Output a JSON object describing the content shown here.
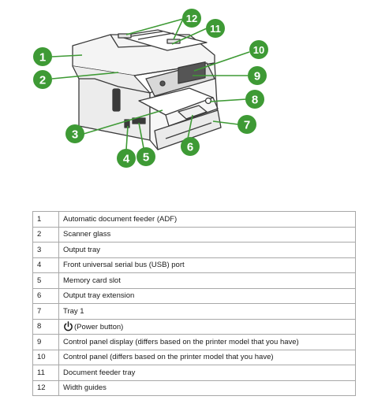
{
  "callouts": [
    "1",
    "2",
    "3",
    "4",
    "5",
    "6",
    "7",
    "8",
    "9",
    "10",
    "11",
    "12"
  ],
  "colors": {
    "callout": "#3e9a35",
    "line": "#3e9a35",
    "printer": "#3a3a3a",
    "border": "#a8a8a8"
  },
  "legend": [
    {
      "num": "1",
      "text": "Automatic document feeder (ADF)"
    },
    {
      "num": "2",
      "text": "Scanner glass"
    },
    {
      "num": "3",
      "text": "Output tray"
    },
    {
      "num": "4",
      "text": "Front universal serial bus (USB) port"
    },
    {
      "num": "5",
      "text": "Memory card slot"
    },
    {
      "num": "6",
      "text": "Output tray extension"
    },
    {
      "num": "7",
      "text": "Tray 1"
    },
    {
      "num": "8",
      "text": "(Power button)",
      "icon": "power-icon"
    },
    {
      "num": "9",
      "text": "Control panel display (differs based on the printer model that you have)"
    },
    {
      "num": "10",
      "text": "Control panel (differs based on the printer model that you have)"
    },
    {
      "num": "11",
      "text": "Document feeder tray"
    },
    {
      "num": "12",
      "text": "Width guides"
    }
  ]
}
